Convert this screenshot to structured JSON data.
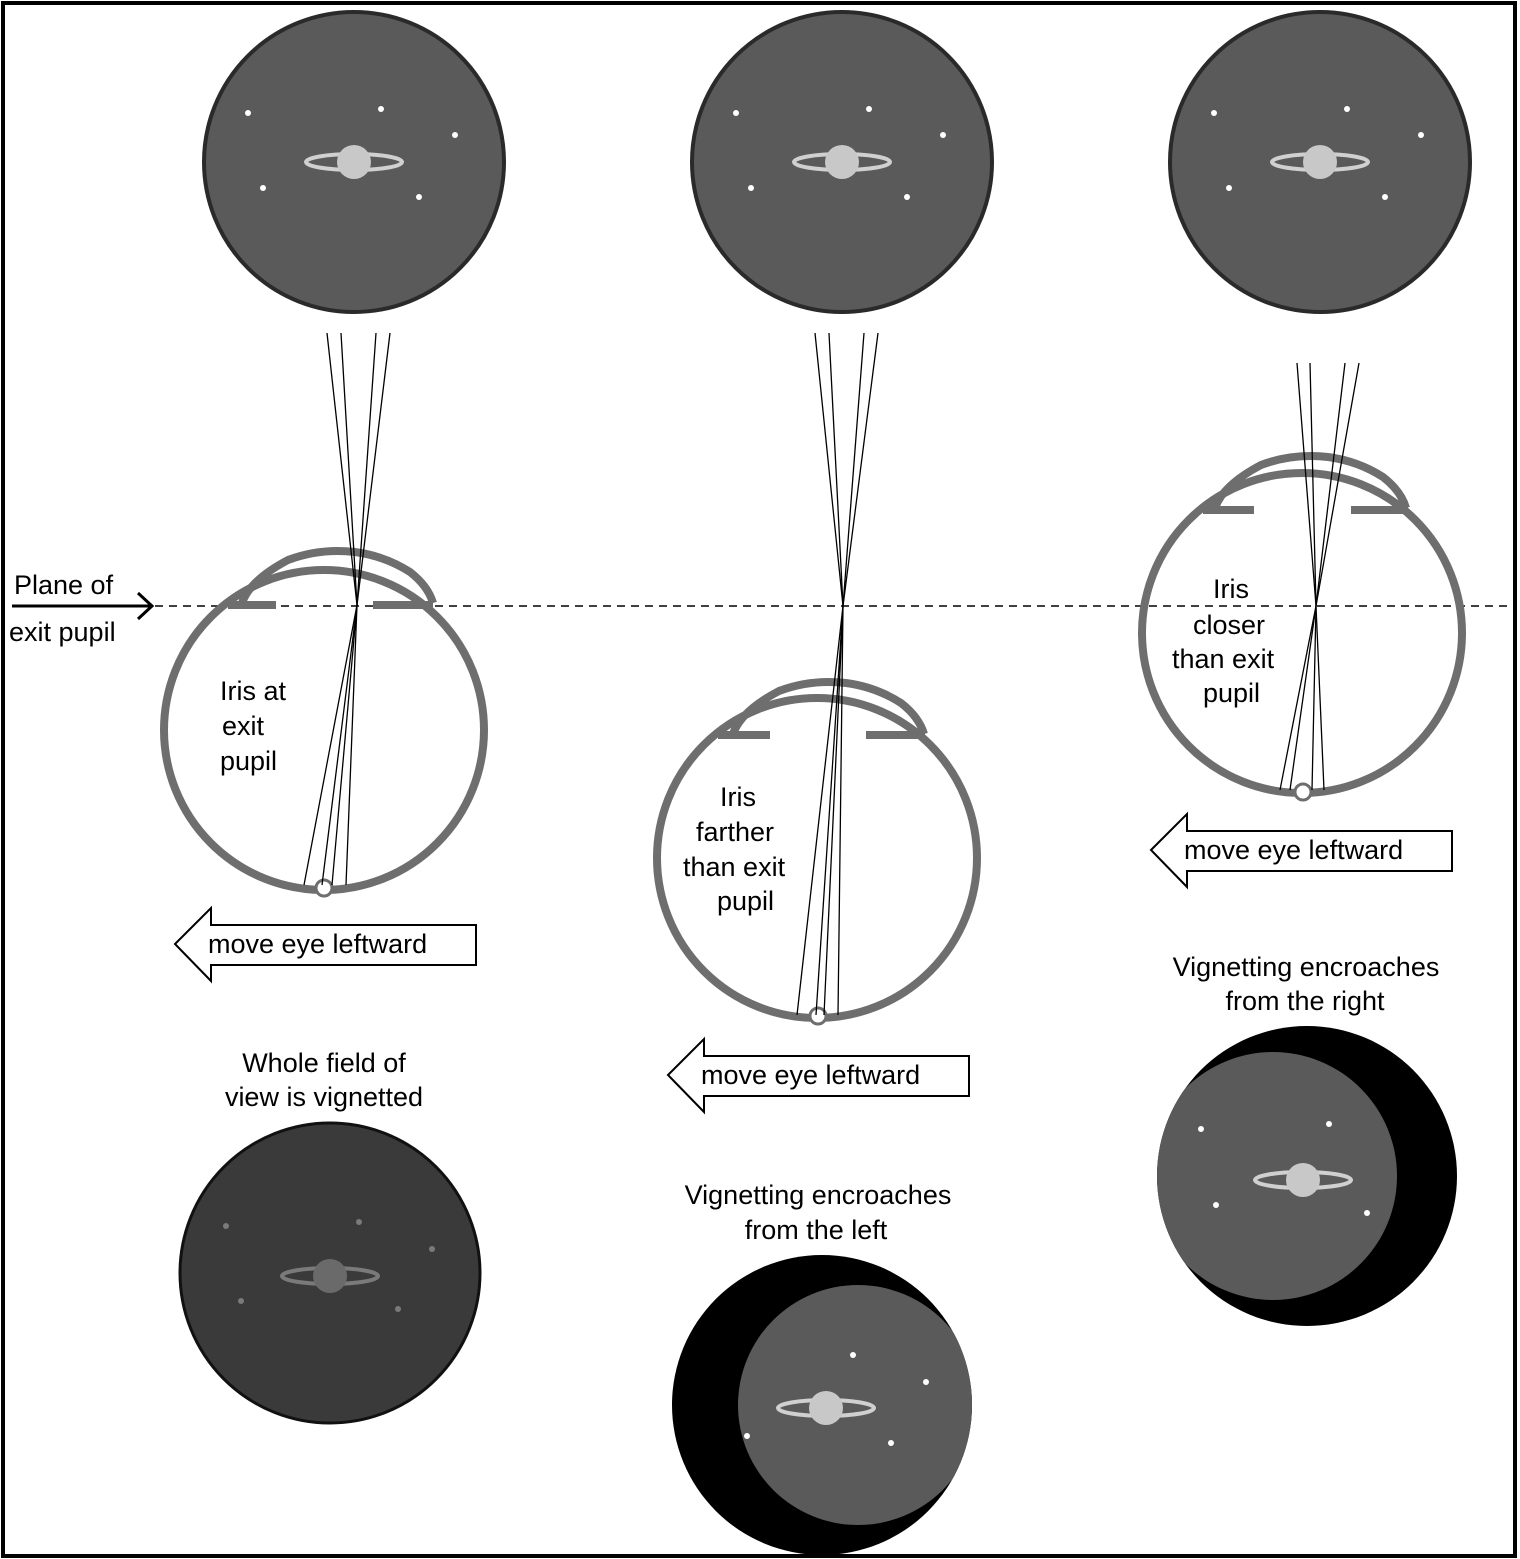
{
  "diagram": {
    "plane_label": [
      "Plane of",
      "exit pupil"
    ],
    "columns": [
      {
        "iris_label": [
          "Iris at",
          "exit",
          "pupil"
        ],
        "arrow_label": "move eye leftward",
        "result_label": [
          "Whole field of",
          "view is vignetted"
        ]
      },
      {
        "iris_label": [
          "Iris",
          "farther",
          "than exit",
          "pupil"
        ],
        "arrow_label": "move eye leftward",
        "result_label": [
          "Vignetting encroaches",
          "from the left"
        ]
      },
      {
        "iris_label": [
          "Iris",
          "closer",
          "than exit",
          "pupil"
        ],
        "arrow_label": "move eye leftward",
        "result_label": [
          "Vignetting encroaches",
          "from the right"
        ]
      }
    ]
  },
  "colors": {
    "field": "#5a5a5a",
    "field_dim": "#3c3c3c",
    "shadow": "#000000",
    "eye_outline": "#6e6e6e",
    "planet": "#c8c8c8",
    "star": "#ffffff",
    "line": "#000000"
  }
}
